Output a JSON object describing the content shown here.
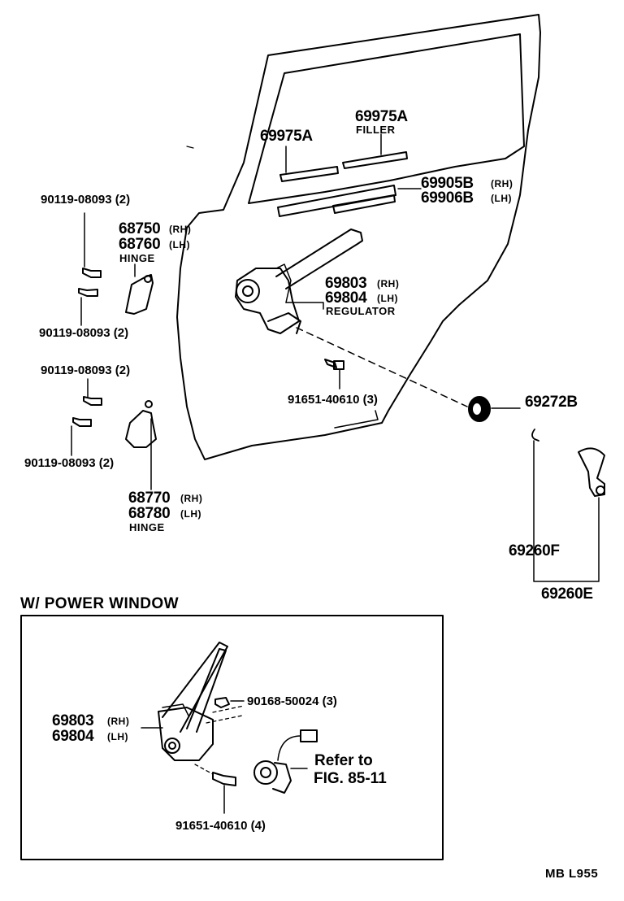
{
  "labels": {
    "filler_a": "69975A",
    "filler_b": "69975A",
    "filler_caption": "FILLER",
    "run_rh": "69905B",
    "run_rh_side": "(RH)",
    "run_lh": "69906B",
    "run_lh_side": "(LH)",
    "bolt_top_1": "90119-08093 (2)",
    "bolt_top_2": "90119-08093 (2)",
    "bolt_bot_1": "90119-08093 (2)",
    "bolt_bot_2": "90119-08093 (2)",
    "hinge_up_rh": "68750",
    "hinge_up_rh_side": "(RH)",
    "hinge_up_lh": "68760",
    "hinge_up_lh_side": "(LH)",
    "hinge_up_caption": "HINGE",
    "reg_rh": "69803",
    "reg_rh_side": "(RH)",
    "reg_lh": "69804",
    "reg_lh_side": "(LH)",
    "reg_caption": "REGULATOR",
    "bolt_reg": "91651-40610 (3)",
    "knob": "69272B",
    "hinge_lo_rh": "68770",
    "hinge_lo_rh_side": "(RH)",
    "hinge_lo_lh": "68780",
    "hinge_lo_lh_side": "(LH)",
    "hinge_lo_caption": "HINGE",
    "clip": "69260F",
    "handle": "69260E"
  },
  "power_window": {
    "title": "W/ POWER  WINDOW",
    "reg_rh": "69803",
    "reg_rh_side": "(RH)",
    "reg_lh": "69804",
    "reg_lh_side": "(LH)",
    "nut": "90168-50024 (3)",
    "bolt": "91651-40610 (4)",
    "refer_line1": "Refer to",
    "refer_line2": "FIG. 85-11"
  },
  "footer": {
    "code": "MB  L955"
  }
}
